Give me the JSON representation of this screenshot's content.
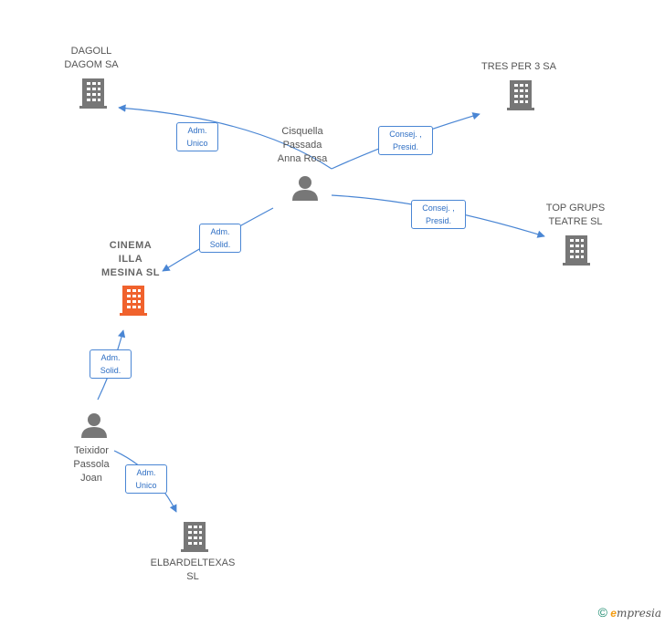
{
  "nodes": {
    "dagoll": {
      "label": "DAGOLL\nDAGOM SA"
    },
    "tres": {
      "label": "TRES PER 3 SA"
    },
    "cisquella": {
      "label": "Cisquella\nPassada\nAnna Rosa"
    },
    "topgrups": {
      "label": "TOP GRUPS\nTEATRE  SL"
    },
    "cinema": {
      "label": "CINEMA\nILLA\nMESINA  SL"
    },
    "teixidor": {
      "label": "Teixidor\nPassola\nJoan"
    },
    "elbardel": {
      "label": "ELBARDELTEXAS\nSL"
    }
  },
  "edges": {
    "e1": {
      "label": "Adm.\nUnico"
    },
    "e2": {
      "label": "Consej. ,\nPresid."
    },
    "e3": {
      "label": "Consej. ,\nPresid."
    },
    "e4": {
      "label": "Adm.\nSolid."
    },
    "e5": {
      "label": "Adm.\nSolid."
    },
    "e6": {
      "label": "Adm.\nUnico"
    }
  },
  "footer": {
    "copyright": "©",
    "brand_e": "e",
    "brand_rest": "mpresia"
  },
  "colors": {
    "edge": "#4a86d4",
    "company": "#777777",
    "focus_company": "#f0622d",
    "person": "#777777"
  }
}
